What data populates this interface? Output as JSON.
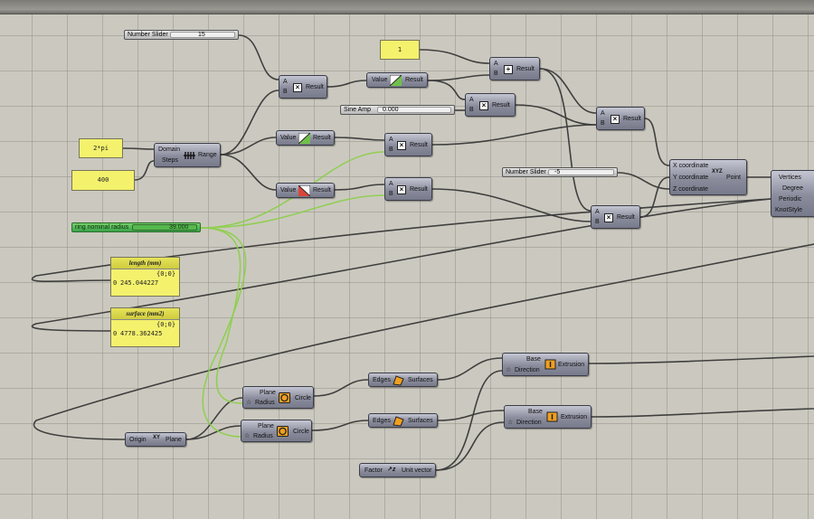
{
  "sliders": {
    "steps": {
      "name": "Number Slider",
      "value": "15"
    },
    "sine_amp": {
      "name": "Sine Amp",
      "value": "0.000"
    },
    "z_offset": {
      "name": "Number Slider",
      "value": "-5"
    },
    "ring_radius": {
      "name": "ring nominal radius",
      "value": "39.000"
    }
  },
  "panels": {
    "one": "1",
    "two_pi": "2*pi",
    "count": "400",
    "length": {
      "title": "length (mm)",
      "path": "{0;0}",
      "index": "0",
      "value": "245.044227"
    },
    "surface": {
      "title": "surface (mm2)",
      "path": "{0;0}",
      "index": "0",
      "value": "4778.362425"
    }
  },
  "components": {
    "multiply": {
      "in_a": "A",
      "in_b": "B",
      "out": "Result",
      "icon": "×"
    },
    "addition": {
      "in_a": "A",
      "in_b": "B",
      "out": "Result",
      "icon": "+"
    },
    "range": {
      "in_domain": "Domain",
      "in_steps": "Steps",
      "out": "Range"
    },
    "sine": {
      "in": "Value",
      "out": "Result"
    },
    "cosine": {
      "in": "Value",
      "out": "Result"
    },
    "point": {
      "in_x": "X coordinate",
      "in_y": "Y coordinate",
      "in_z": "Z coordinate",
      "out": "Point",
      "icon": "XYZ"
    },
    "curve": {
      "in_vertices": "Vertices",
      "in_degree": "Degree",
      "in_periodic": "Periodic",
      "in_knot": "KnotStyle"
    },
    "circle": {
      "in_plane": "Plane",
      "in_radius": "Radius",
      "out": "Circle"
    },
    "surface": {
      "in": "Edges",
      "out": "Surfaces"
    },
    "extrude": {
      "in_base": "Base",
      "in_direction": "Direction",
      "out": "Extrusion"
    },
    "xy_plane": {
      "in": "Origin",
      "out": "Plane",
      "icon": "XY"
    },
    "unit_z": {
      "in": "Factor",
      "out": "Unit vector"
    }
  },
  "colors": {
    "wire": "#3f3f3f",
    "wire_selected": "#8ccf4a",
    "panel": "#f4f16d",
    "slider_green": "#3aa34a"
  }
}
